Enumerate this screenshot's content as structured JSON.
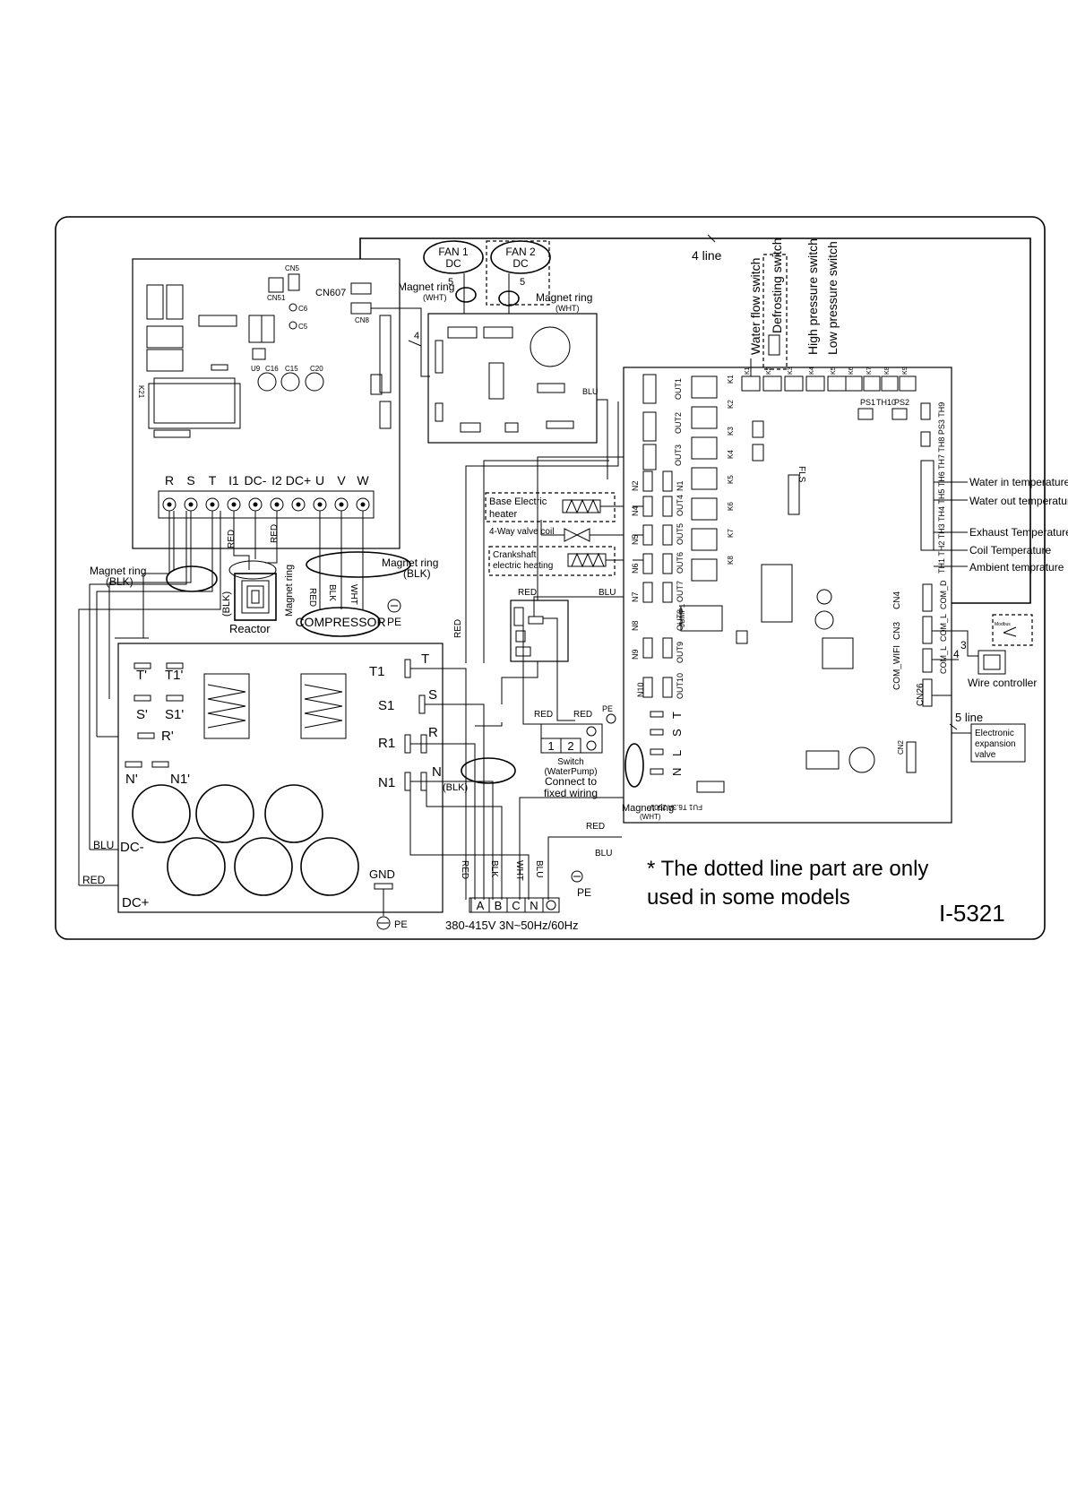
{
  "sheet": {
    "fans": {
      "fan1_line1": "FAN 1",
      "fan1_line2": "DC",
      "fan2_line1": "FAN 2",
      "fan2_line2": "DC",
      "wire_count": "5"
    },
    "magnet_ring": "Magnet ring",
    "wht": "(WHT)",
    "blk": "(BLK)",
    "four_line": "4 line",
    "five_line": "5 line",
    "switch_labels": [
      "Water flow switch",
      "Defrosting switch",
      "High pressure switch",
      "Low pressure switch"
    ],
    "left_board": {
      "terminals": [
        "R",
        "S",
        "T",
        "I1",
        "DC-",
        "I2",
        "DC+",
        "U",
        "V",
        "W"
      ],
      "connectors": [
        "CN607",
        "CN5",
        "CN51",
        "CN8",
        "C6",
        "C5",
        "U9",
        "C16",
        "C15",
        "C20",
        "K21"
      ],
      "red": "RED",
      "reactor": "Reactor",
      "compressor": "COMPRESSOR",
      "pe": "PE",
      "magnet_ring_blk": "(BLK)"
    },
    "filter_board": {
      "left_terminals": [
        "T'",
        "T1'",
        "S'",
        "S1'",
        "R'",
        "N'",
        "N1'"
      ],
      "right_terminals": [
        "T1",
        "T",
        "S1",
        "S",
        "R1",
        "R",
        "N1",
        "N"
      ],
      "blu": "BLU",
      "dcminus": "DC-",
      "red": "RED",
      "dcplus": "DC+",
      "gnd": "GND",
      "pe": "PE"
    },
    "main_board": {
      "outputs": [
        "OUT1",
        "OUT2",
        "OUT3",
        "OUT4",
        "OUT5",
        "OUT6",
        "OUT7",
        "OUT8",
        "OUT9",
        "OUT10"
      ],
      "neutrals": [
        "N1",
        "N2",
        "N3",
        "N4",
        "N5",
        "N6",
        "N7",
        "N8",
        "N9",
        "N10"
      ],
      "relays": [
        "K1",
        "K2",
        "K3",
        "K4",
        "K5",
        "K6",
        "K7",
        "K8"
      ],
      "top_connectors": [
        "K1",
        "K2",
        "K3",
        "K4",
        "K5",
        "K6",
        "K7",
        "K8",
        "K9"
      ],
      "sensors": [
        "Water in temperature",
        "Water out temperature",
        "Exhaust Temperature",
        "Coil Temperature",
        "Ambient temprature"
      ],
      "ports": [
        "CN4",
        "CN3",
        "COM_WIFI",
        "CN26",
        "CN2"
      ],
      "th_labels": "TH1 TH2 TH3 TH4 TH5 TH6 TH7 TH8 PS3 TH9",
      "ps_labels": [
        "PS1",
        "PS2",
        "TH10"
      ],
      "jump": "JUMP1",
      "fls": "FLS",
      "power_terms": [
        "T",
        "S",
        "L",
        "N"
      ],
      "fuse": "FU1 T6.3A 250V",
      "wire_controller": "Wire controller",
      "eev_line1": "Electronic",
      "eev_line2": "expansion",
      "eev_line3": "valve",
      "com_labels": [
        "COM_D",
        "COM_L",
        "COM_L"
      ],
      "controller_wires": [
        "4",
        "3"
      ]
    },
    "heaters": {
      "base_line1": "Base Electric",
      "base_line2": "heater",
      "valve": "4-Way valve coil",
      "crank_line1": "Crankshaft",
      "crank_line2": "electric heating"
    },
    "pump": {
      "red1": "RED",
      "red2": "RED",
      "red3": "RED",
      "blu": "BLU",
      "terms": [
        "1",
        "2"
      ],
      "label1": "Switch",
      "label2": "(WaterPump)",
      "label3": "Connect  to",
      "label4": "fixed wiring",
      "pe": "PE"
    },
    "supply": {
      "terms": [
        "A",
        "B",
        "C",
        "N"
      ],
      "wire_colors": [
        "RED",
        "BLK",
        "WHT",
        "BLU"
      ],
      "label": "380-415V 3N~50Hz/60Hz",
      "pe": "PE",
      "red": "RED",
      "blu": "BLU"
    },
    "note_line1": "* The dotted line part are only",
    "note_line2": "used in some models",
    "code": "I-5321"
  }
}
